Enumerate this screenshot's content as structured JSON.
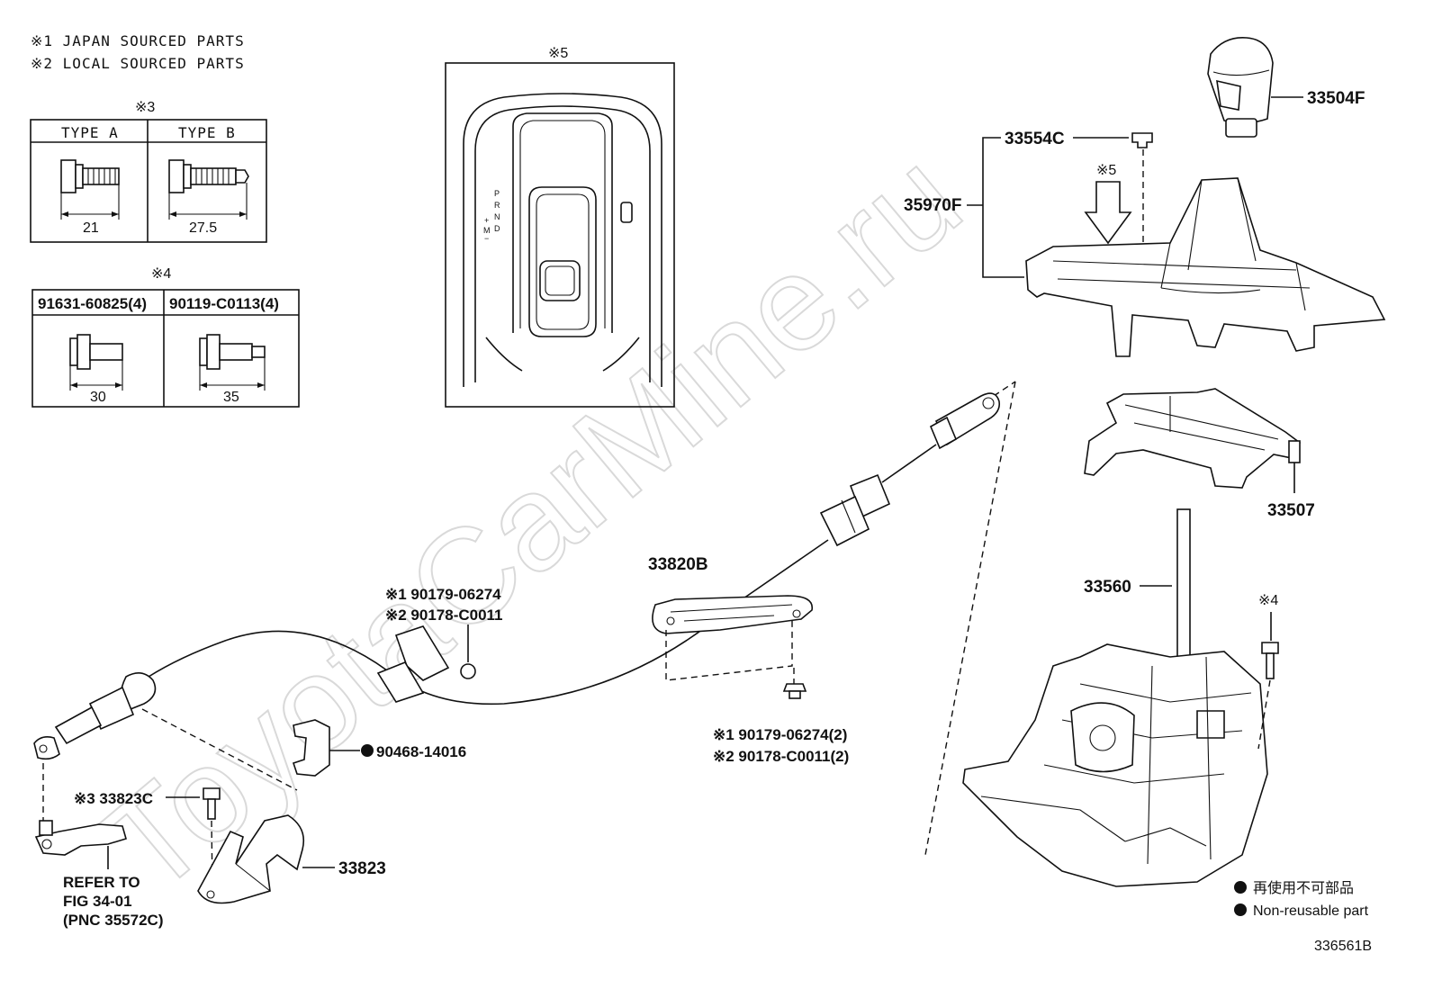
{
  "notes": {
    "note1": "※1 JAPAN SOURCED PARTS",
    "note2": "※2 LOCAL SOURCED PARTS"
  },
  "box3": {
    "marker": "※3",
    "type_a": "TYPE  A",
    "type_b": "TYPE  B",
    "dim_a": "21",
    "dim_b": "27.5"
  },
  "box4": {
    "marker": "※4",
    "part_left": "91631-60825(4)",
    "part_right": "90119-C0113(4)",
    "dim_left": "30",
    "dim_right": "35"
  },
  "box5": {
    "marker": "※5",
    "gear_p": "P",
    "gear_r": "R",
    "gear_n": "N",
    "gear_d": "D",
    "gear_m": "M",
    "gear_plus": "+",
    "gear_minus": "−"
  },
  "callouts": {
    "knob": "33504F",
    "clip": "33554C",
    "boot": "35970F",
    "arrow_marker": "※5",
    "bracket": "33507",
    "lever": "33560",
    "bolt_marker": "※4",
    "retainer": "33820B",
    "nut_top_1": "※1 90179-06274",
    "nut_top_2": "※2 90178-C0011",
    "nut_bottom_1": "※1 90179-06274(2)",
    "nut_bottom_2": "※2 90178-C0011(2)",
    "clip_lock": "90468-14016",
    "bolt_small": "※3 33823C",
    "cable_bracket": "33823",
    "refer_1": "REFER TO",
    "refer_2": "FIG 34-01",
    "refer_3": "(PNC 35572C)"
  },
  "legend": {
    "jp": "再使用不可部品",
    "en": "Non-reusable part"
  },
  "figure_id": "336561B",
  "watermark": "ToyotaCarMine.ru"
}
